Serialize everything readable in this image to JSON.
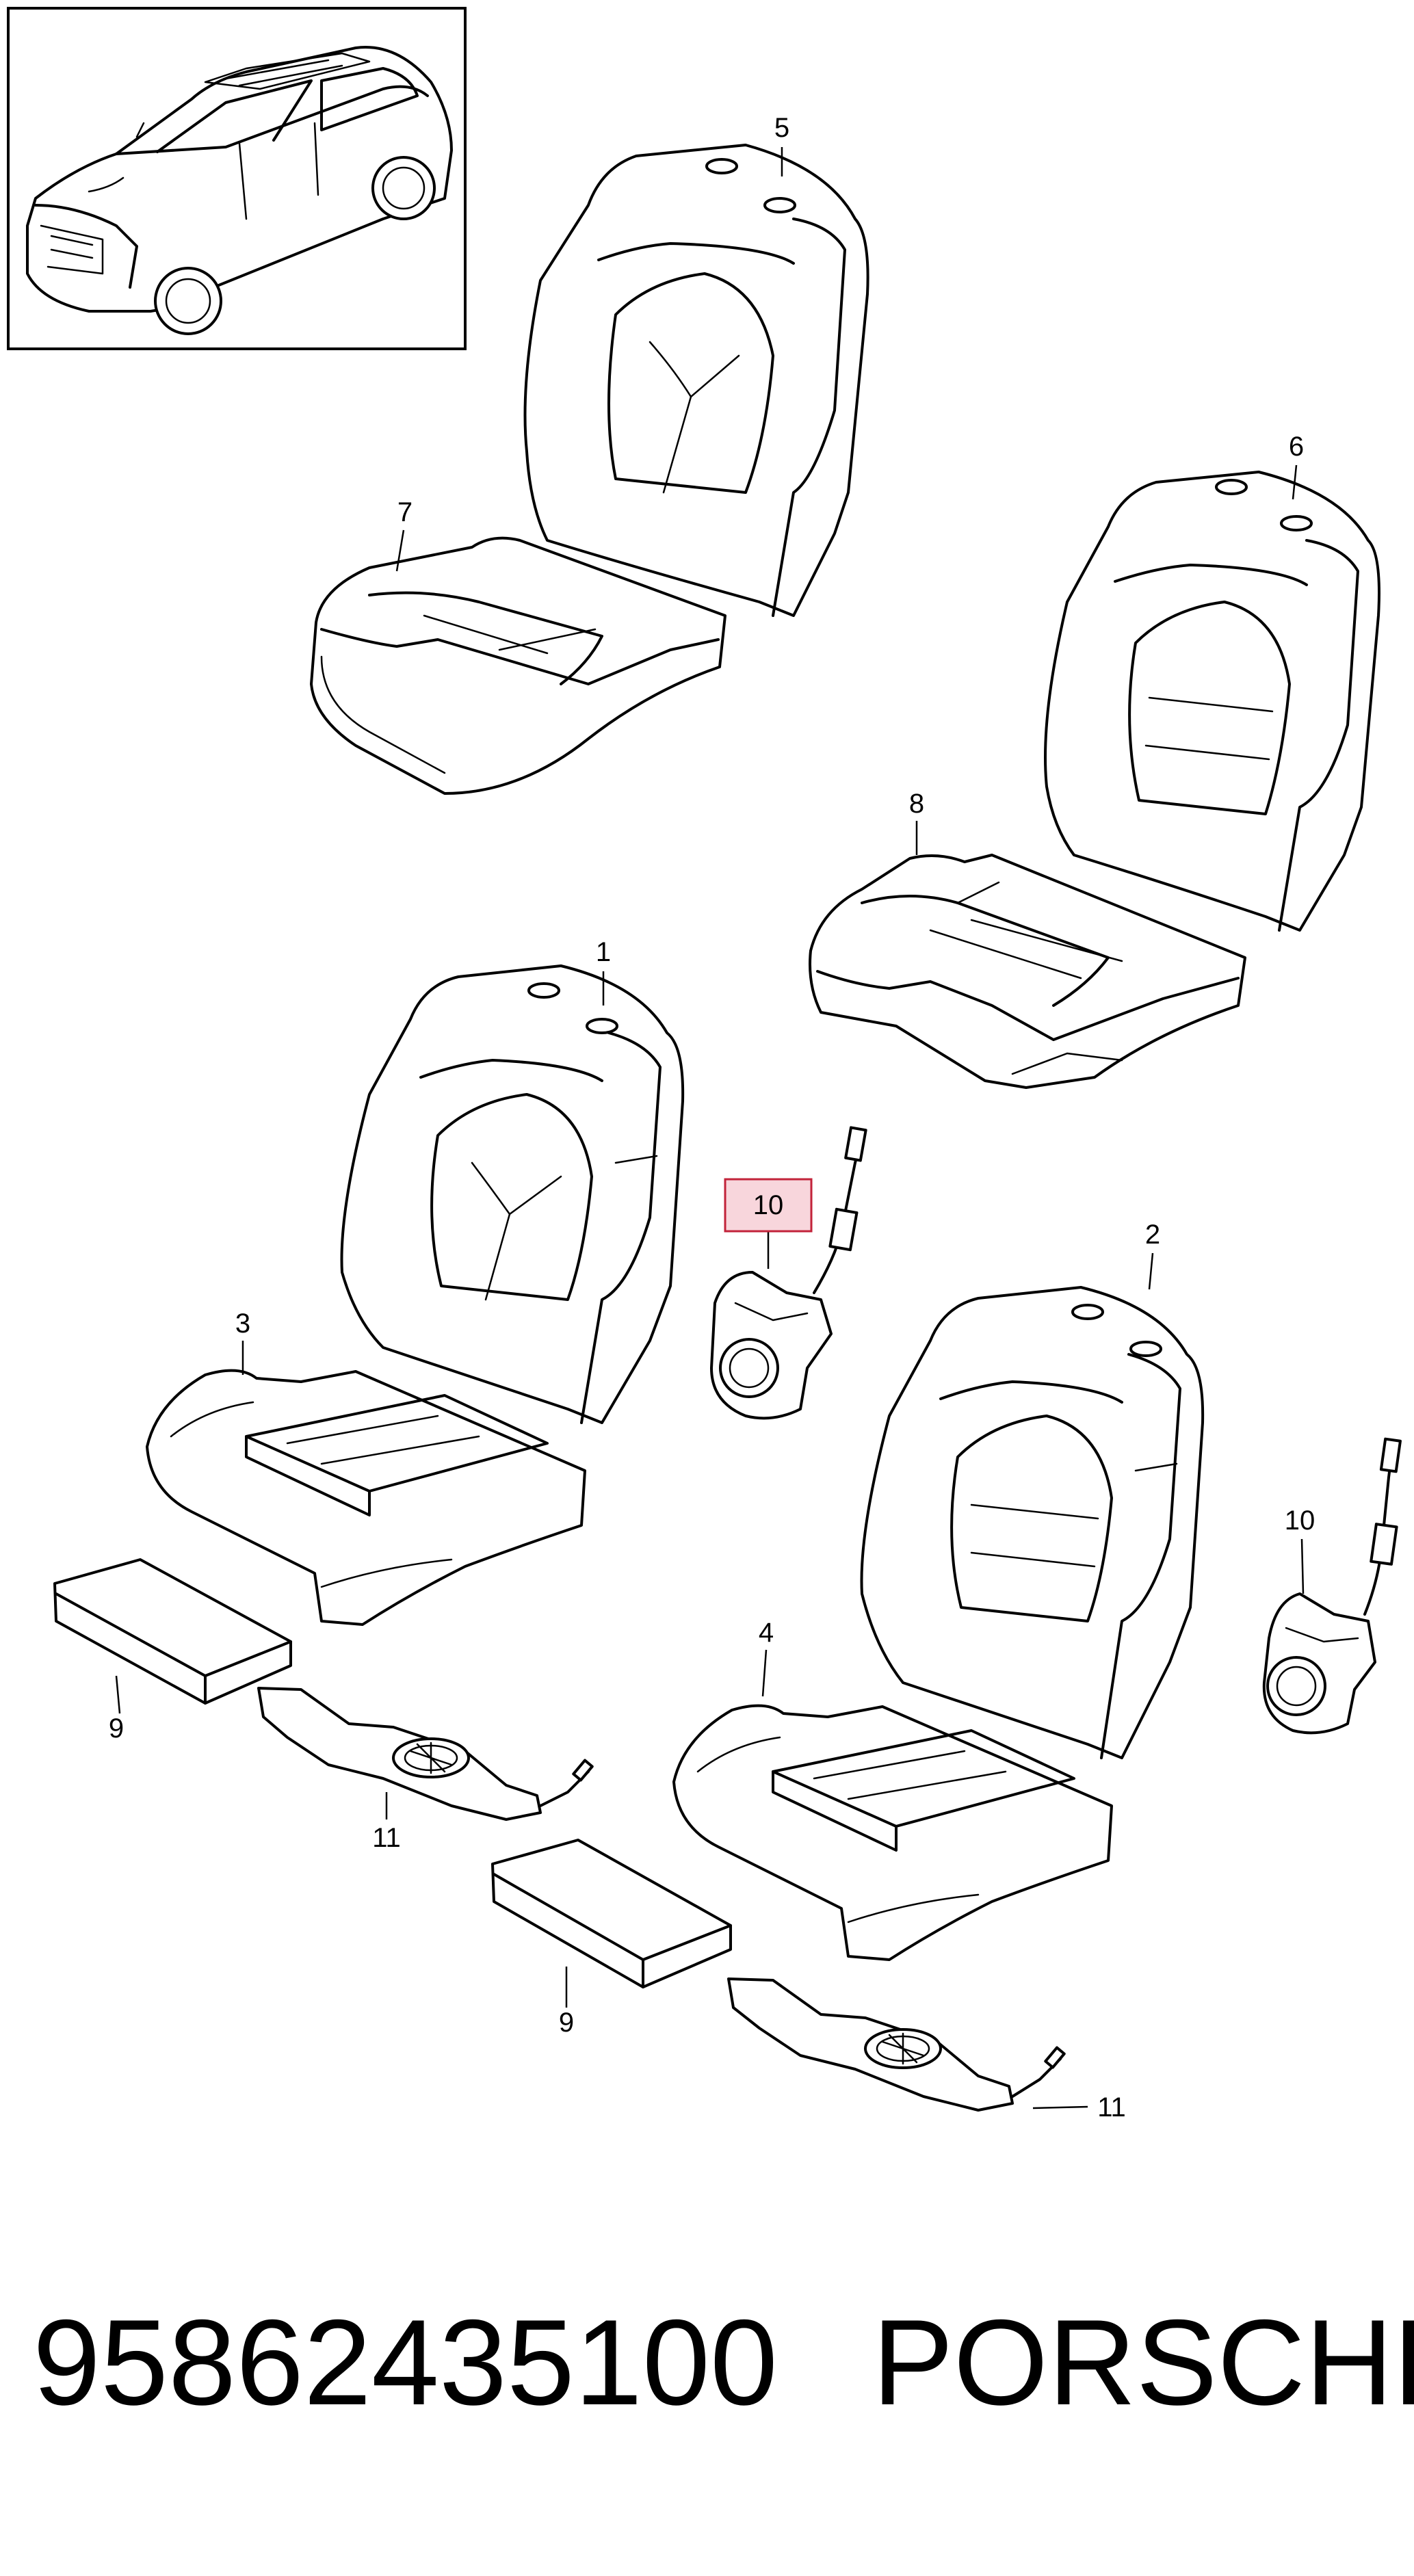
{
  "callouts": {
    "c1": "1",
    "c2": "2",
    "c3": "3",
    "c4": "4",
    "c5": "5",
    "c6": "6",
    "c7": "7",
    "c8": "8",
    "c9a": "9",
    "c9b": "9",
    "c10a": "10",
    "c10b": "10",
    "c11a": "11",
    "c11b": "11"
  },
  "highlight_color": "#f8d6dc",
  "highlight_border": "#c2233a",
  "footer": {
    "part_number": "95862435100",
    "brand": "PORSCHE"
  }
}
